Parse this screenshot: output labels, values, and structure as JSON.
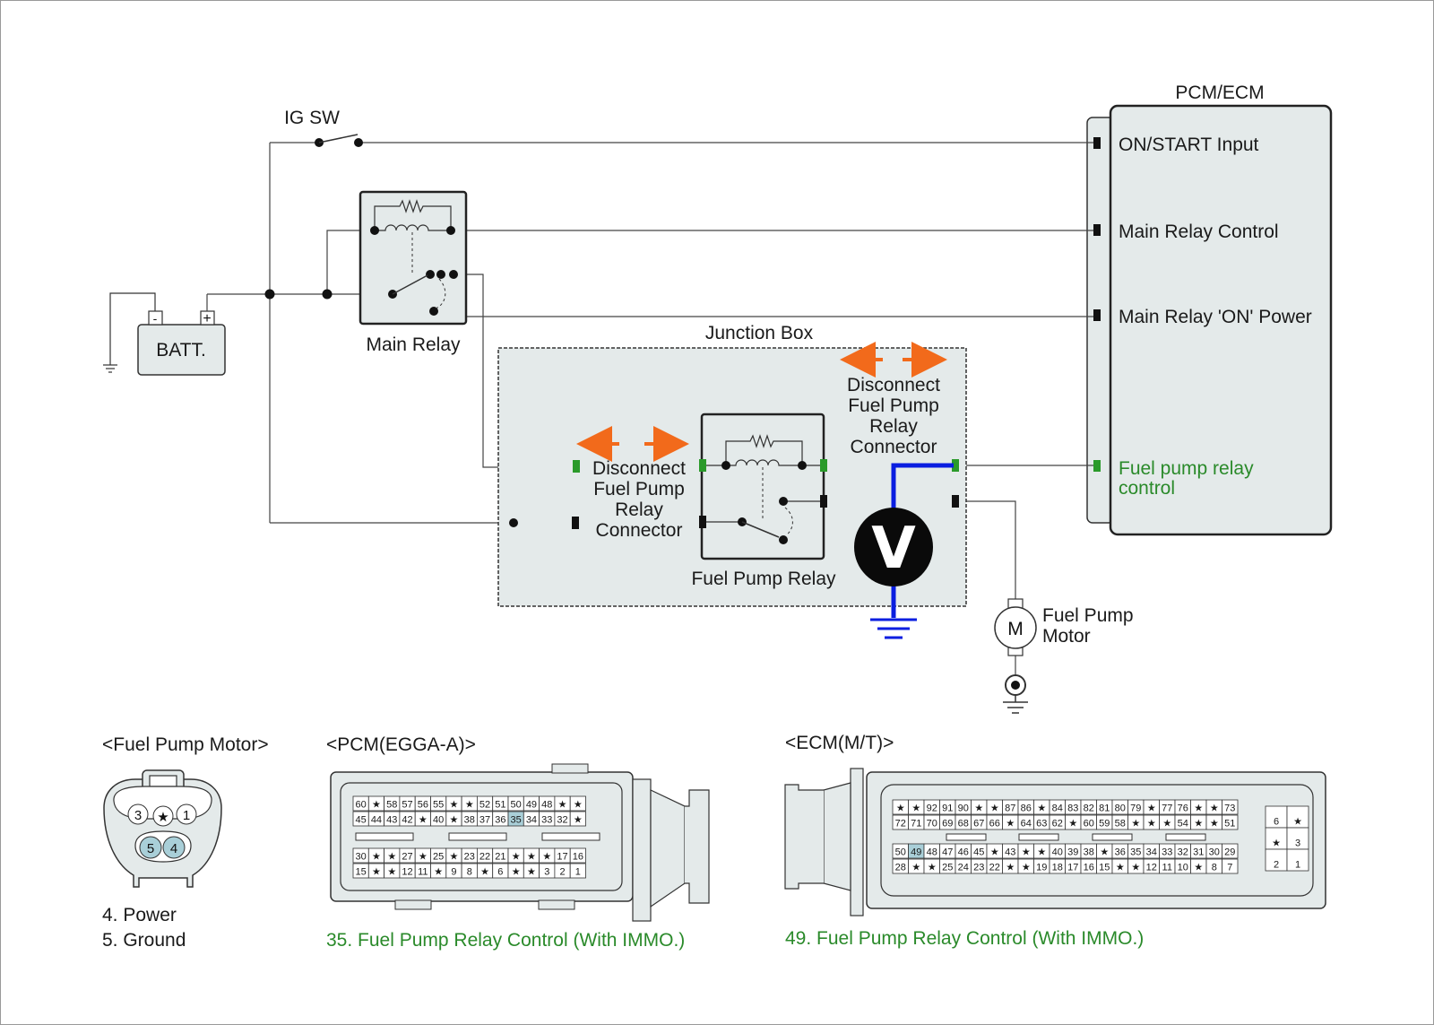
{
  "labels": {
    "ig_sw": "IG SW",
    "batt": "BATT.",
    "batt_minus": "-",
    "batt_plus": "+",
    "main_relay": "Main Relay",
    "junction_box": "Junction Box",
    "fuel_pump_relay": "Fuel Pump Relay",
    "pcm_ecm": "PCM/ECM",
    "disconnect_left": [
      "Disconnect",
      "Fuel Pump",
      "Relay",
      "Connector"
    ],
    "disconnect_right": [
      "Disconnect",
      "Fuel Pump",
      "Relay",
      "Connector"
    ],
    "voltmeter": "V",
    "motor_symbol": "M",
    "fuel_pump_motor": [
      "Fuel Pump",
      "Motor"
    ]
  },
  "pcm_pins": {
    "on_start": "ON/START Input",
    "main_relay_control": "Main Relay Control",
    "main_relay_on_power": "Main Relay 'ON' Power",
    "fuel_pump_relay_control": [
      "Fuel pump relay",
      "control"
    ]
  },
  "connectors": {
    "fuel_pump_motor": {
      "title": "<Fuel Pump Motor>",
      "pins_top": [
        "3",
        "★",
        "1"
      ],
      "pins_bottom": [
        "5",
        "4"
      ],
      "notes": [
        "4. Power",
        "5. Ground"
      ]
    },
    "pcm": {
      "title": "<PCM(EGGA-A)>",
      "row1": [
        "60",
        "★",
        "58",
        "57",
        "56",
        "55",
        "★",
        "★",
        "52",
        "51",
        "50",
        "49",
        "48",
        "★",
        "★"
      ],
      "row2": [
        "45",
        "44",
        "43",
        "42",
        "★",
        "40",
        "★",
        "38",
        "37",
        "36",
        "35",
        "34",
        "33",
        "32",
        "★"
      ],
      "row3": [
        "30",
        "★",
        "★",
        "27",
        "★",
        "25",
        "★",
        "23",
        "22",
        "21",
        "★",
        "★",
        "★",
        "17",
        "16"
      ],
      "row4": [
        "15",
        "★",
        "★",
        "12",
        "11",
        "★",
        "9",
        "8",
        "★",
        "6",
        "★",
        "★",
        "3",
        "2",
        "1"
      ],
      "highlight": "35",
      "note": "35. Fuel Pump Relay Control (With IMMO.)"
    },
    "ecm": {
      "title": "<ECM(M/T)>",
      "row1": [
        "★",
        "★",
        "92",
        "91",
        "90",
        "★",
        "★",
        "87",
        "86",
        "★",
        "84",
        "83",
        "82",
        "81",
        "80",
        "79",
        "★",
        "77",
        "76",
        "★",
        "★",
        "73"
      ],
      "row2": [
        "72",
        "71",
        "70",
        "69",
        "68",
        "67",
        "66",
        "★",
        "64",
        "63",
        "62",
        "★",
        "60",
        "59",
        "58",
        "★",
        "★",
        "★",
        "54",
        "★",
        "★",
        "51"
      ],
      "row3": [
        "50",
        "49",
        "48",
        "47",
        "46",
        "45",
        "★",
        "43",
        "★",
        "★",
        "40",
        "39",
        "38",
        "★",
        "36",
        "35",
        "34",
        "33",
        "32",
        "31",
        "30",
        "29"
      ],
      "row4": [
        "28",
        "★",
        "★",
        "25",
        "24",
        "23",
        "22",
        "★",
        "★",
        "19",
        "18",
        "17",
        "16",
        "15",
        "★",
        "★",
        "12",
        "11",
        "10",
        "★",
        "8",
        "7"
      ],
      "side": [
        [
          "6",
          "★"
        ],
        [
          "★",
          "3"
        ],
        [
          "2",
          "1"
        ]
      ],
      "highlight": "49",
      "note": "49. Fuel Pump Relay Control (With IMMO.)"
    }
  },
  "colors": {
    "measure_wire": "#0a1ee0",
    "arrows": "#f26a1b",
    "connector_green": "#2a9a2a",
    "highlight_pin": "#a9cfd8",
    "box_fill": "#e4eaea"
  }
}
